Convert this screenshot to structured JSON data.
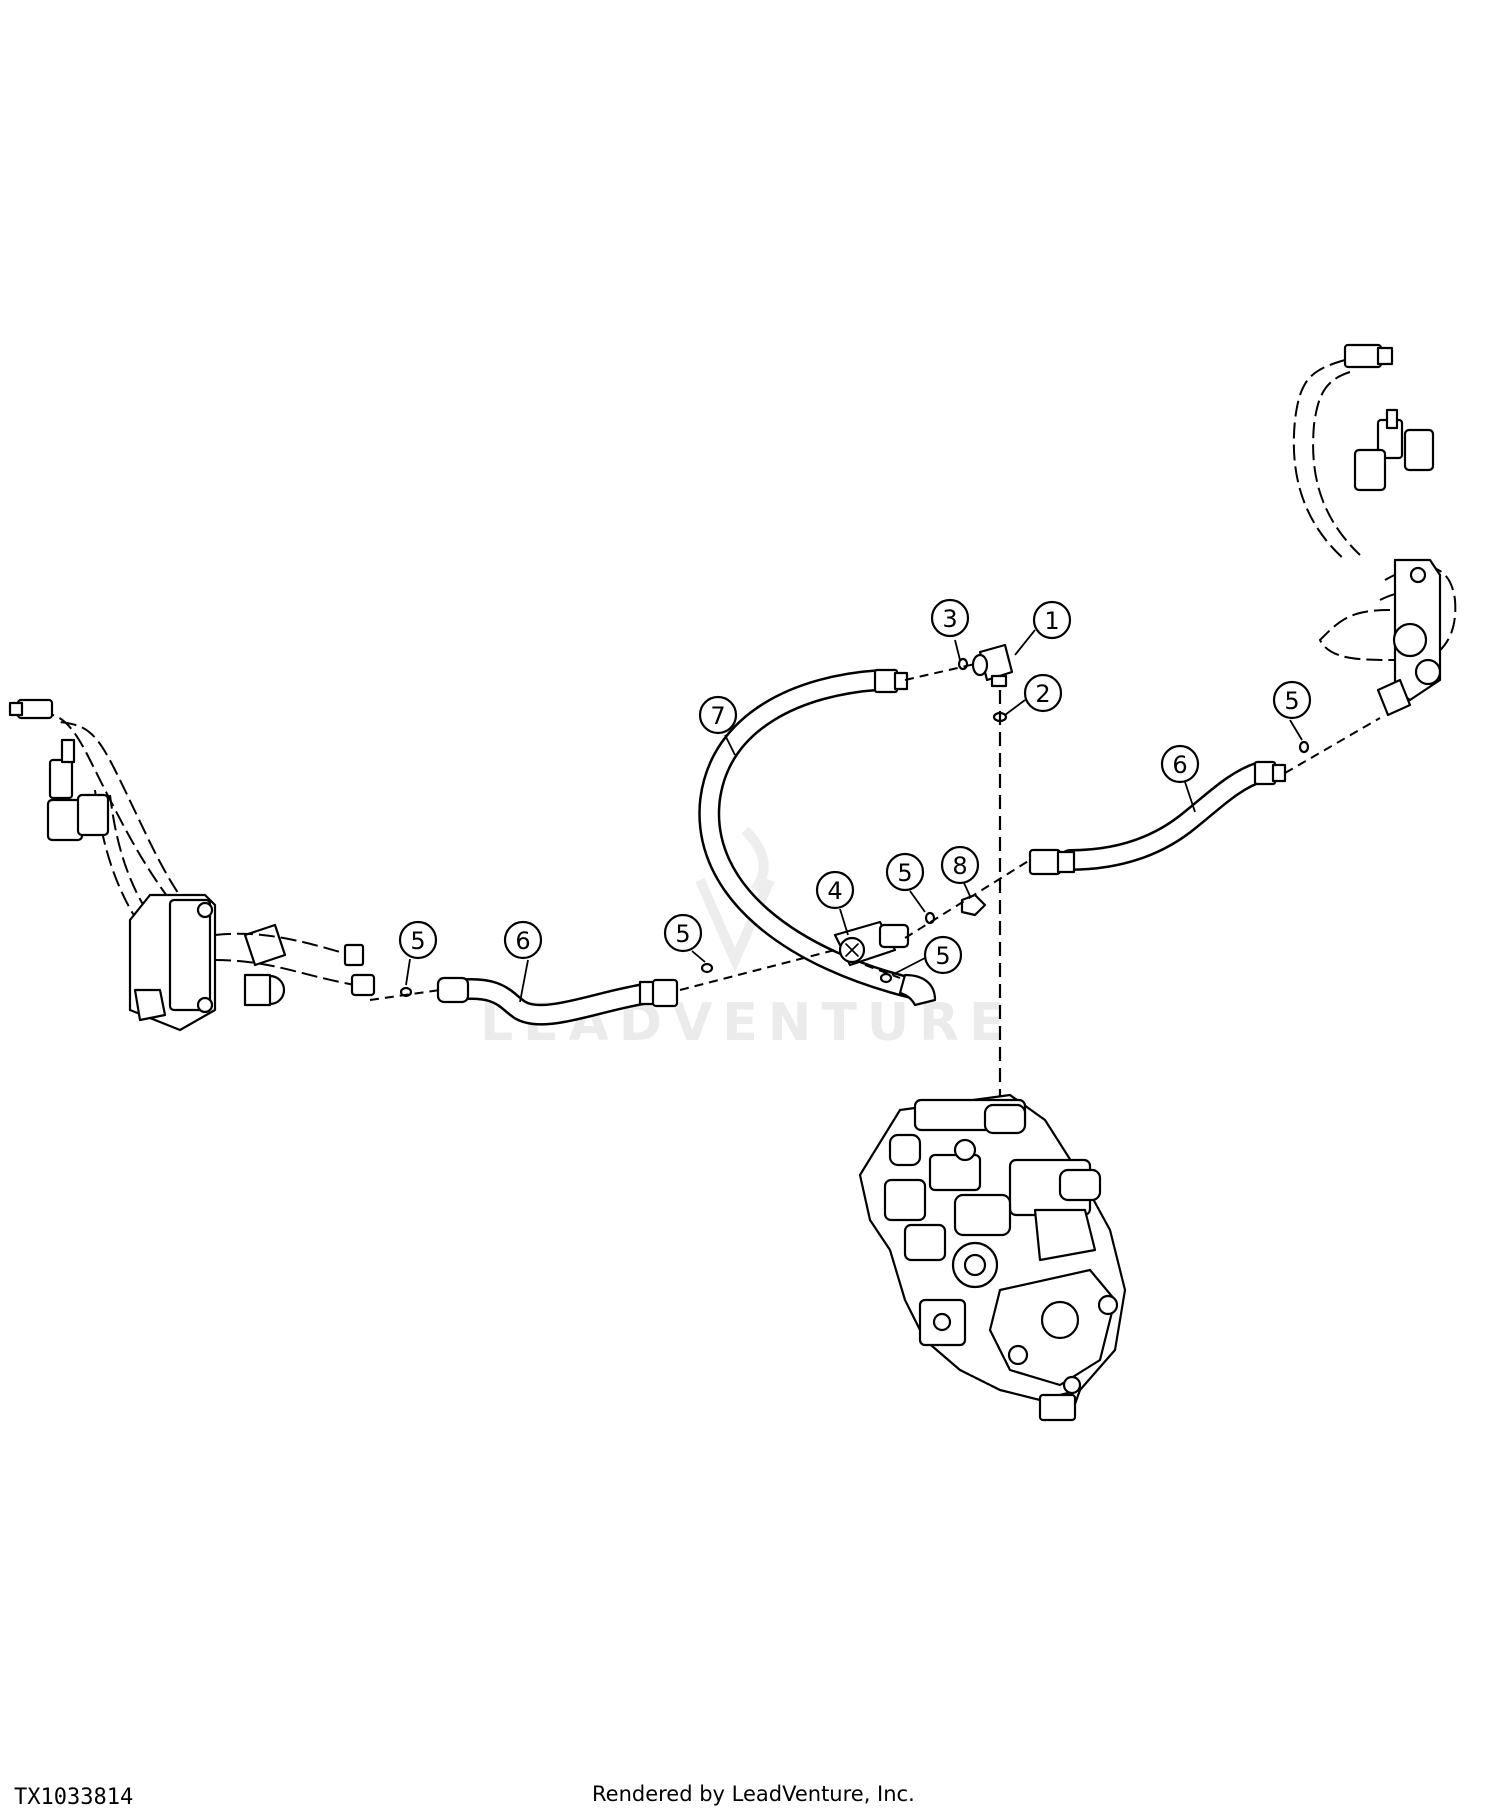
{
  "diagram": {
    "figure_id": "TX1033814",
    "credit": "Rendered by LeadVenture, Inc.",
    "watermark": "LEADVENTURE",
    "callouts": [
      "1",
      "2",
      "3",
      "4",
      "5",
      "6",
      "7",
      "8"
    ]
  }
}
